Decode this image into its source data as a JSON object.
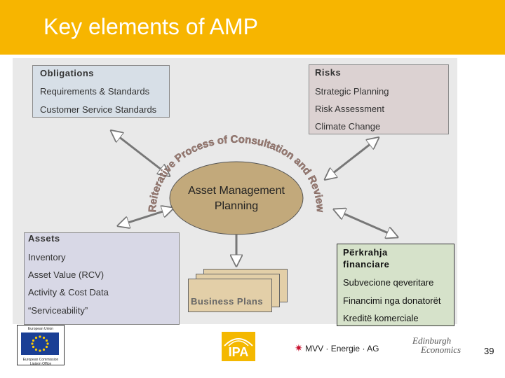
{
  "title": "Key elements of AMP",
  "obligations": {
    "heading": "Obligations",
    "items": [
      "Requirements & Standards",
      "Customer Service Standards"
    ]
  },
  "risks": {
    "heading": "Risks",
    "items": [
      "Strategic Planning",
      "Risk Assessment",
      "Climate Change"
    ]
  },
  "center": {
    "label": "Asset Management Planning",
    "arc_text": "Reiterative Process of Consultation and Review"
  },
  "assets": {
    "heading": "Assets",
    "items": [
      "Inventory",
      "Asset Value (RCV)",
      "Activity & Cost Data",
      "“Serviceability”"
    ]
  },
  "financing": {
    "heading_line1": "Përkrahja",
    "heading_line2": "financiare",
    "items": [
      "Subvecione qeveritare",
      "Financimi nga donatorët",
      "Kreditë komerciale"
    ]
  },
  "business_plans": {
    "label": "Business Plans"
  },
  "logos": {
    "eu_caption_top": "European Union",
    "eu_caption_bottom": "European Commission Liaison Office",
    "ipa": "IPA",
    "mvv": "MVV · Energie · AG",
    "edinburgh_line1": "Edinburgh",
    "edinburgh_line2": "Economics"
  },
  "page_number": "39",
  "colors": {
    "header": "#f7b500",
    "panel": "#e9e9e9",
    "ellipse": "#c2a97b",
    "arc_text": "#9b7d74"
  }
}
